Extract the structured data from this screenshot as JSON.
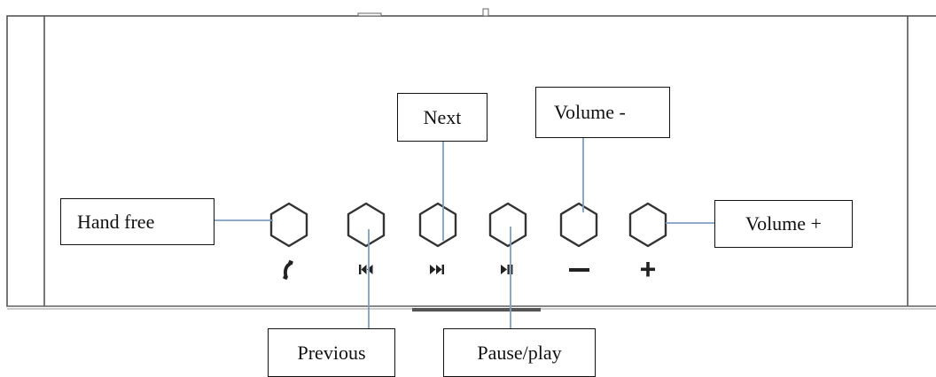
{
  "labels": {
    "hand_free": "Hand free",
    "next": "Next",
    "volume_minus": "Volume -",
    "volume_plus": "Volume +",
    "previous": "Previous",
    "pause_play": "Pause/play"
  },
  "buttons": [
    {
      "id": "hand-free",
      "icon": "phone-icon"
    },
    {
      "id": "previous",
      "icon": "previous-track-icon"
    },
    {
      "id": "next",
      "icon": "next-track-icon"
    },
    {
      "id": "pause-play",
      "icon": "play-pause-icon"
    },
    {
      "id": "volume-minus",
      "icon": "minus-icon"
    },
    {
      "id": "volume-plus",
      "icon": "plus-icon"
    }
  ],
  "colors": {
    "leader_line": "#7f9fc1",
    "outline": "#333333",
    "device_body": "#ffffff"
  }
}
